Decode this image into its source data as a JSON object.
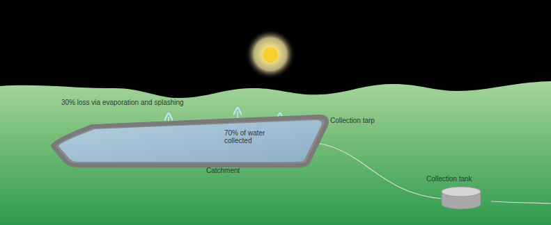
{
  "diagram": {
    "nodes": [
      {
        "text": [
          "70% of water collected",
          "Catchment"
        ]
      },
      {
        "text": [
          "Collection tank"
        ]
      }
    ],
    "edges": [
      {
        "from": 0,
        "to": 1,
        "arrow": "none"
      }
    ],
    "labels": [
      "30% loss via evaporation and splashing",
      "Collection tarp"
    ]
  }
}
